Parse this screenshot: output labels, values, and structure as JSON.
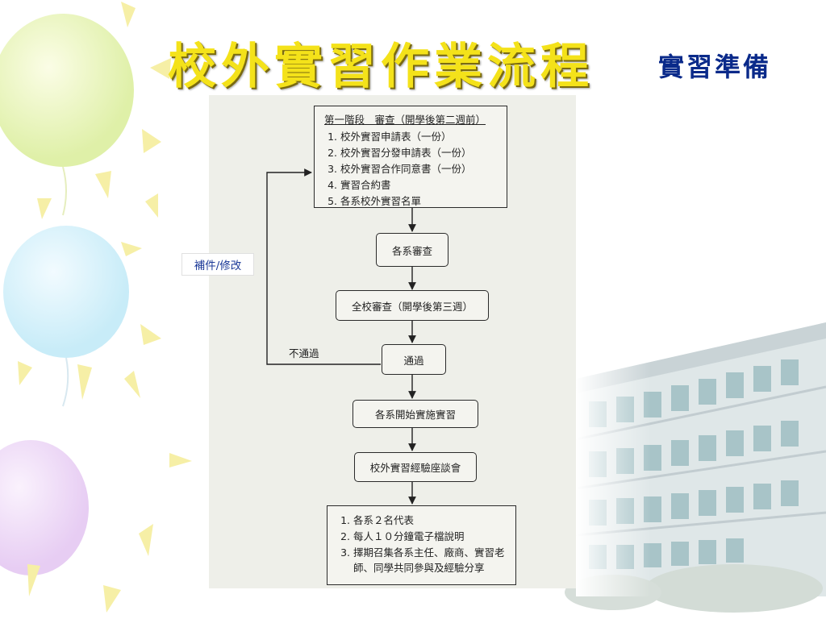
{
  "slide": {
    "title": "校外實習作業流程",
    "subtitle": "實習準備"
  },
  "flowchart": {
    "stage1": {
      "heading": "第一階段　審查（開學後第二週前）",
      "items": [
        "校外實習申請表（一份）",
        "校外實習分發申請表（一份）",
        "校外實習合作同意書（一份）",
        "實習合約書",
        "各系校外實習名單"
      ]
    },
    "dept_review": "各系審查",
    "school_review": "全校審查（開學後第三週）",
    "pass": "通過",
    "fail_label": "不通過",
    "revise_label": "補件/修改",
    "start_internship": "各系開始實施實習",
    "seminar": "校外實習經驗座談會",
    "final": {
      "items": [
        "各系２名代表",
        "每人１０分鐘電子檔說明",
        "擇期召集各系主任、廠商、實習老師、同學共同參與及經驗分享"
      ]
    }
  },
  "colors": {
    "title": "#f4e21a",
    "subtitle": "#0a2a8a",
    "side_label": "#1c3a98"
  }
}
